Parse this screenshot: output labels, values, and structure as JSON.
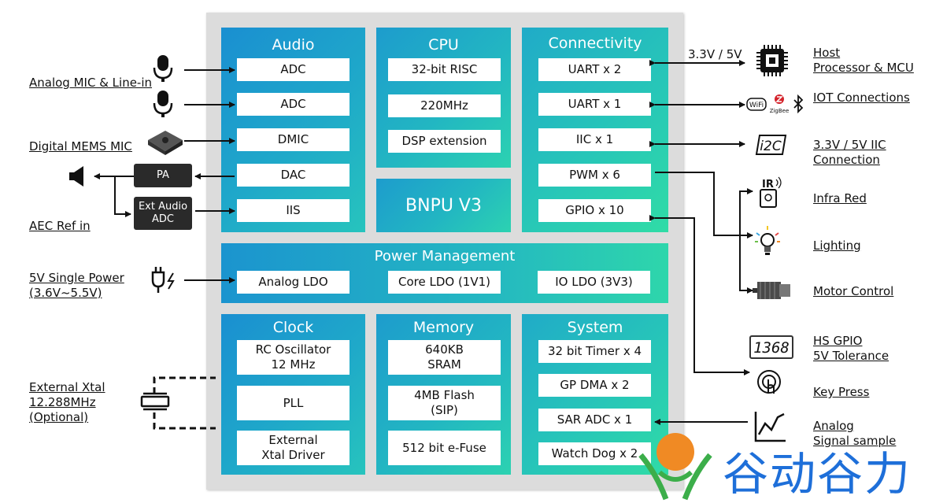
{
  "chip": {
    "audio": {
      "title": "Audio",
      "items": [
        "ADC",
        "ADC",
        "DMIC",
        "DAC",
        "IIS"
      ]
    },
    "cpu": {
      "title": "CPU",
      "items": [
        "32-bit RISC",
        "220MHz",
        "DSP extension"
      ]
    },
    "bnpu": "BNPU V3",
    "connectivity": {
      "title": "Connectivity",
      "items": [
        "UART x 2",
        "UART x 1",
        "IIC x 1",
        "PWM x 6",
        "GPIO x 10"
      ]
    },
    "power": {
      "title": "Power Management",
      "items": [
        "Analog LDO",
        "Core LDO (1V1)",
        "IO LDO (3V3)"
      ]
    },
    "clock": {
      "title": "Clock",
      "items": [
        "RC Oscillator\n12 MHz",
        "PLL",
        "External\nXtal Driver"
      ]
    },
    "memory": {
      "title": "Memory",
      "items": [
        "640KB\nSRAM",
        "4MB Flash\n(SIP)",
        "512 bit e-Fuse"
      ]
    },
    "system": {
      "title": "System",
      "items": [
        "32 bit Timer x 4",
        "GP DMA x 2",
        "SAR ADC x 1",
        "Watch Dog x 2"
      ]
    }
  },
  "left_labels": {
    "analog_mic": "Analog MIC & Line-in",
    "digital_mems": "Digital MEMS MIC",
    "aec": "AEC Ref in",
    "power": "5V Single Power\n(3.6V~5.5V)",
    "xtal": "External Xtal\n12.288MHz\n(Optional)"
  },
  "pa": "PA",
  "ext_adc": "Ext Audio\nADC",
  "voltage": "3.3V / 5V",
  "right_labels": {
    "host": "Host\nProcessor & MCU",
    "iot": "IOT Connections",
    "iic": "3.3V / 5V IIC\nConnection",
    "ir": "Infra Red",
    "lighting": "Lighting",
    "motor": "Motor Control",
    "hsgpio": "HS GPIO\n5V Tolerance",
    "keypress": "Key Press",
    "analog": "Analog\nSignal sample"
  },
  "icon_text": {
    "i2c": "i2C",
    "seg": "1368",
    "ir": "IR",
    "wifi": "WiFi",
    "zigbee": "ZigBee"
  },
  "watermark": "谷动谷力",
  "colors": {
    "accent": "#1fa9c9",
    "watermark": "#1e6fd9",
    "logo_orange": "#f08a24",
    "logo_green": "#3cae4a"
  }
}
